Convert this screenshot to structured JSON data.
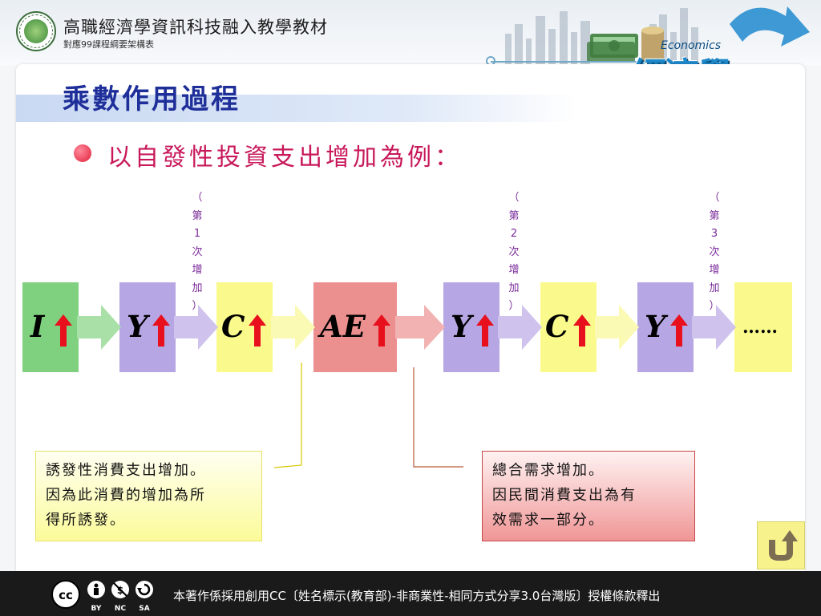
{
  "header": {
    "title": "高職經濟學資訊科技融入教學教材",
    "subtitle": "對應99課程綱要架構表",
    "brand_en": "Economics",
    "brand": "經濟學"
  },
  "slide": {
    "title": "乘數作用過程",
    "bullet": "以自發性投資支出增加為例："
  },
  "flow": {
    "items": [
      {
        "label": "I",
        "color": "#7fd07f"
      },
      {
        "label": "Y",
        "color": "#b7a6e4"
      },
      {
        "label": "C",
        "color": "#fafa8c"
      },
      {
        "label": "AE",
        "color": "#ec8f8f"
      },
      {
        "label": "Y",
        "color": "#b7a6e4"
      },
      {
        "label": "C",
        "color": "#fafa8c"
      },
      {
        "label": "Y",
        "color": "#b7a6e4"
      },
      {
        "label": "……",
        "color": "#fafa8c"
      }
    ],
    "notes": [
      [
        "（",
        "第",
        "1",
        "次",
        "增",
        "加",
        "）"
      ],
      [
        "（",
        "第",
        "2",
        "次",
        "增",
        "加",
        "）"
      ],
      [
        "（",
        "第",
        "3",
        "次",
        "增",
        "加",
        "）"
      ]
    ]
  },
  "callouts": {
    "induced": [
      "誘發性消費支出增加。",
      "因為此消費的增加為所",
      "得所誘發。"
    ],
    "aggregate": [
      "總合需求增加。",
      "因民間消費支出為有",
      "效需求一部分。"
    ]
  },
  "footer": {
    "license_text": "本著作係採用創用CC〔姓名標示(教育部)-非商業性-相同方式分享3.0台灣版〕授權條款釋出",
    "cc_labels": [
      "BY",
      "NC",
      "SA"
    ]
  },
  "colors": {
    "title": "#1f2f9a",
    "bullet": "#c8185a",
    "note": "#7a2a9a",
    "up_arrow": "#e8101c",
    "brand": "#1e88c8"
  }
}
